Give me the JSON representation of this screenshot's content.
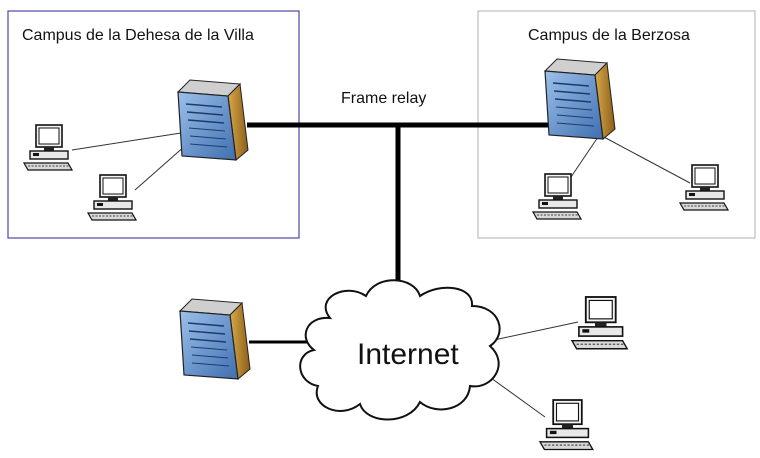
{
  "campus_left": {
    "title": "Campus de la Dehesa de la Villa"
  },
  "campus_right": {
    "title": "Campus de la Berzosa"
  },
  "link": {
    "label": "Frame relay"
  },
  "cloud": {
    "label": "Internet"
  },
  "colors": {
    "campus_left_border": "#4a4aa0",
    "campus_right_border": "#b0b0b0",
    "link_line": "#000000",
    "server_front": "#5f8fcf",
    "server_side": "#b98a30",
    "monitor_screen": "#ffffff"
  },
  "icons": {
    "server": "server-tower-icon",
    "workstation": "desktop-computer-icon",
    "cloud": "cloud-icon"
  }
}
